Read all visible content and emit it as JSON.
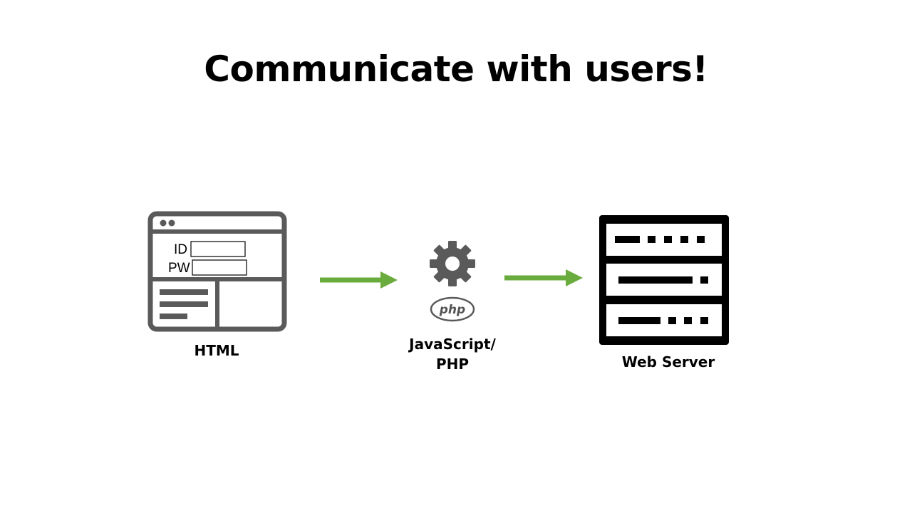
{
  "title": "Communicate with users!",
  "nodes": {
    "html": {
      "label": "HTML",
      "form_fields": [
        "ID",
        "PW"
      ]
    },
    "middleware": {
      "label_line1": "JavaScript/",
      "label_line2": "PHP",
      "logo_text": "php",
      "icon": "gear-icon"
    },
    "server": {
      "label": "Web Server",
      "icon": "server-rack-icon"
    }
  },
  "colors": {
    "arrow": "#6aab3e",
    "icon_gray": "#5a5a5a",
    "server_black": "#000000"
  }
}
